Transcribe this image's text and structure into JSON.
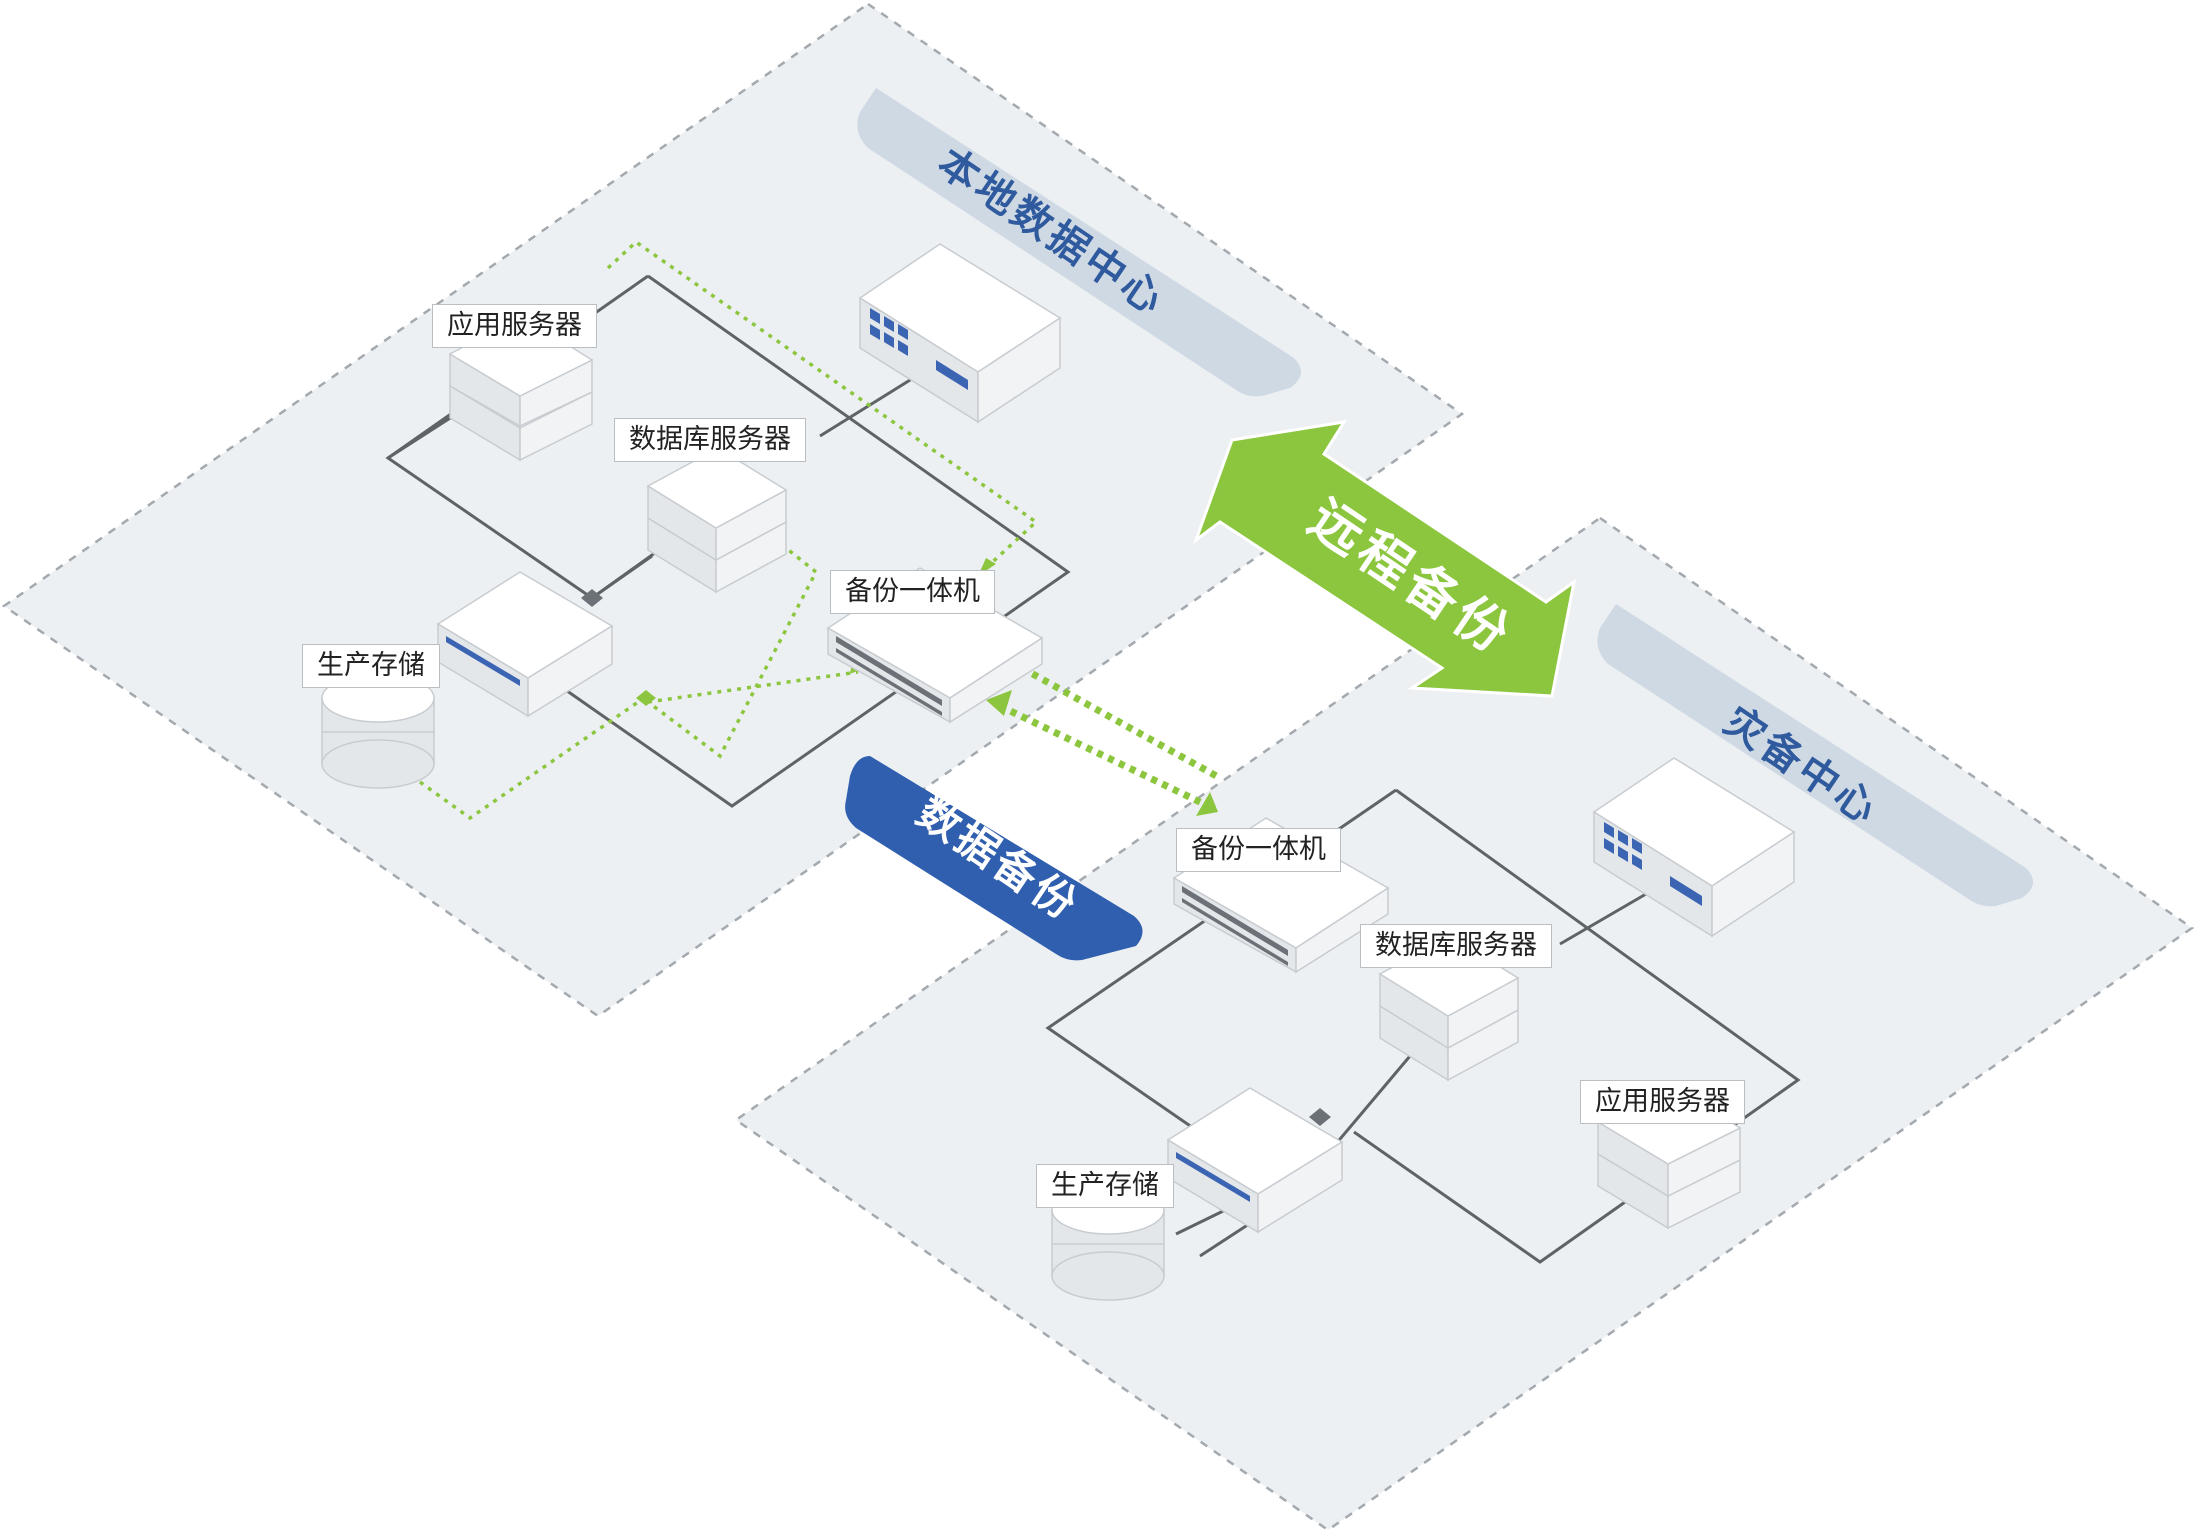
{
  "local_center": {
    "title": "本地数据中心"
  },
  "dr_center": {
    "title": "灾备中心"
  },
  "remote_backup": {
    "label": "远程备份"
  },
  "data_backup": {
    "label": "数据备份"
  },
  "local_labels": {
    "app_server": "应用服务器",
    "db_server": "数据库服务器",
    "backup_appliance": "备份一体机",
    "storage": "生产存储"
  },
  "dr_labels": {
    "app_server": "应用服务器",
    "db_server": "数据库服务器",
    "backup_appliance": "备份一体机",
    "storage": "生产存储"
  },
  "colors": {
    "accent_green": "#8cc63e",
    "accent_blue": "#2f5fae",
    "title_text": "#2f5a9e",
    "title_band": "#cfd9e4"
  }
}
